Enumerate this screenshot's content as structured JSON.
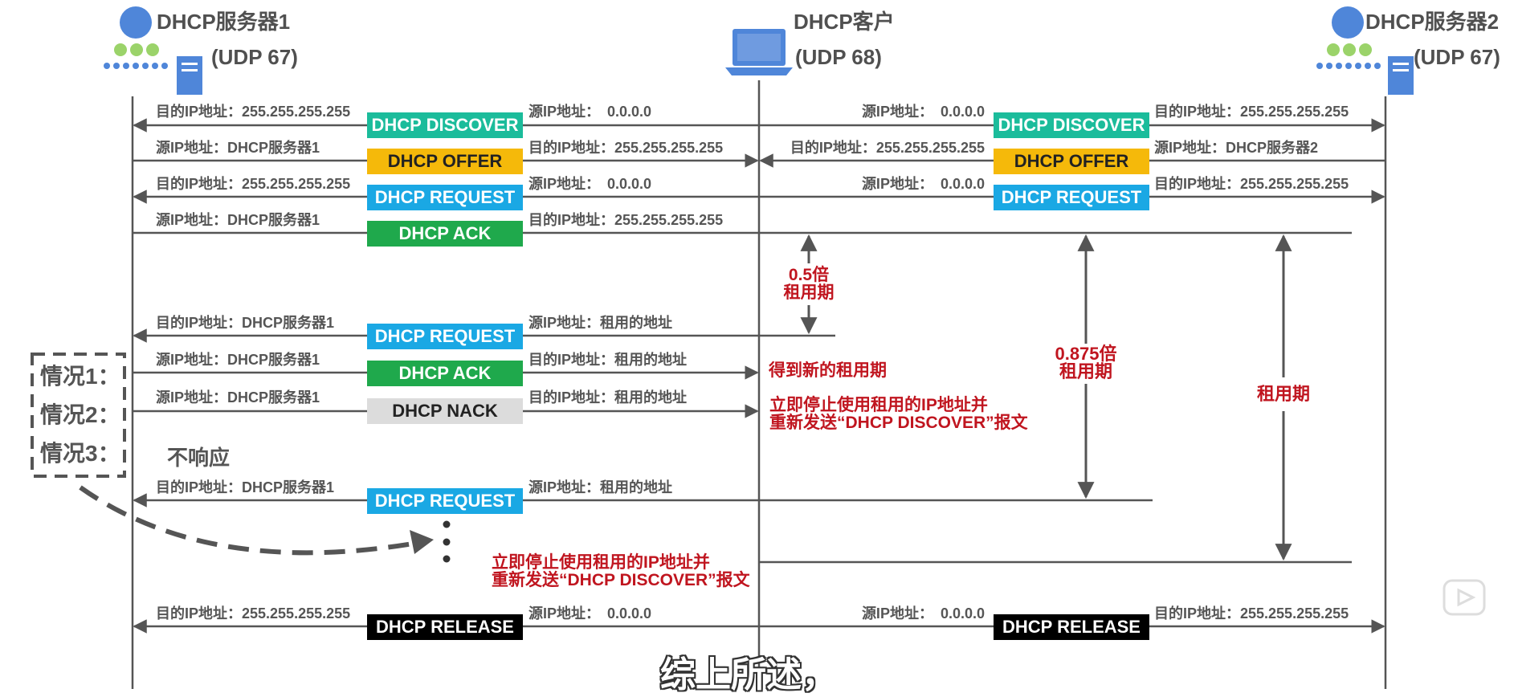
{
  "server1": {
    "name": "DHCP服务器1",
    "port": "(UDP 67)"
  },
  "client": {
    "name": "DHCP客户",
    "port": "(UDP 68)"
  },
  "server2": {
    "name": "DHCP服务器2",
    "port": "(UDP 67)"
  },
  "labels": {
    "dst_broadcast": "目的IP地址：255.255.255.255",
    "src_zero": "源IP地址：　0.0.0.0",
    "src_server1": "源IP地址：DHCP服务器1",
    "src_server2": "源IP地址：DHCP服务器2",
    "dst_server1": "目的IP地址：DHCP服务器1",
    "src_leased": "源IP地址：租用的地址",
    "dst_leased": "目的IP地址：租用的地址"
  },
  "messages": {
    "discover": "DHCP DISCOVER",
    "offer": "DHCP OFFER",
    "request": "DHCP REQUEST",
    "ack": "DHCP ACK",
    "nack": "DHCP NACK",
    "release": "DHCP RELEASE"
  },
  "notes": {
    "half_lease_1": "0.5倍",
    "half_lease_2": "租用期",
    "new_lease": "得到新的租用期",
    "stop_1": "立即停止使用租用的IP地址并",
    "stop_2": "重新发送“DHCP DISCOVER”报文",
    "t875_1": "0.875倍",
    "t875_2": "租用期",
    "lease": "租用期",
    "no_response": "不响应"
  },
  "cases": [
    "情况1：",
    "情况2：",
    "情况3："
  ],
  "subtitle": "综上所述，",
  "colors": {
    "discover": "#1bbc9b",
    "offer": "#f5b90a",
    "request": "#1aa8e4",
    "ack": "#1fa94c",
    "nack": "#dcdcdc",
    "release": "#000000",
    "note_red": "#c0151f",
    "line_gray": "#555555"
  }
}
